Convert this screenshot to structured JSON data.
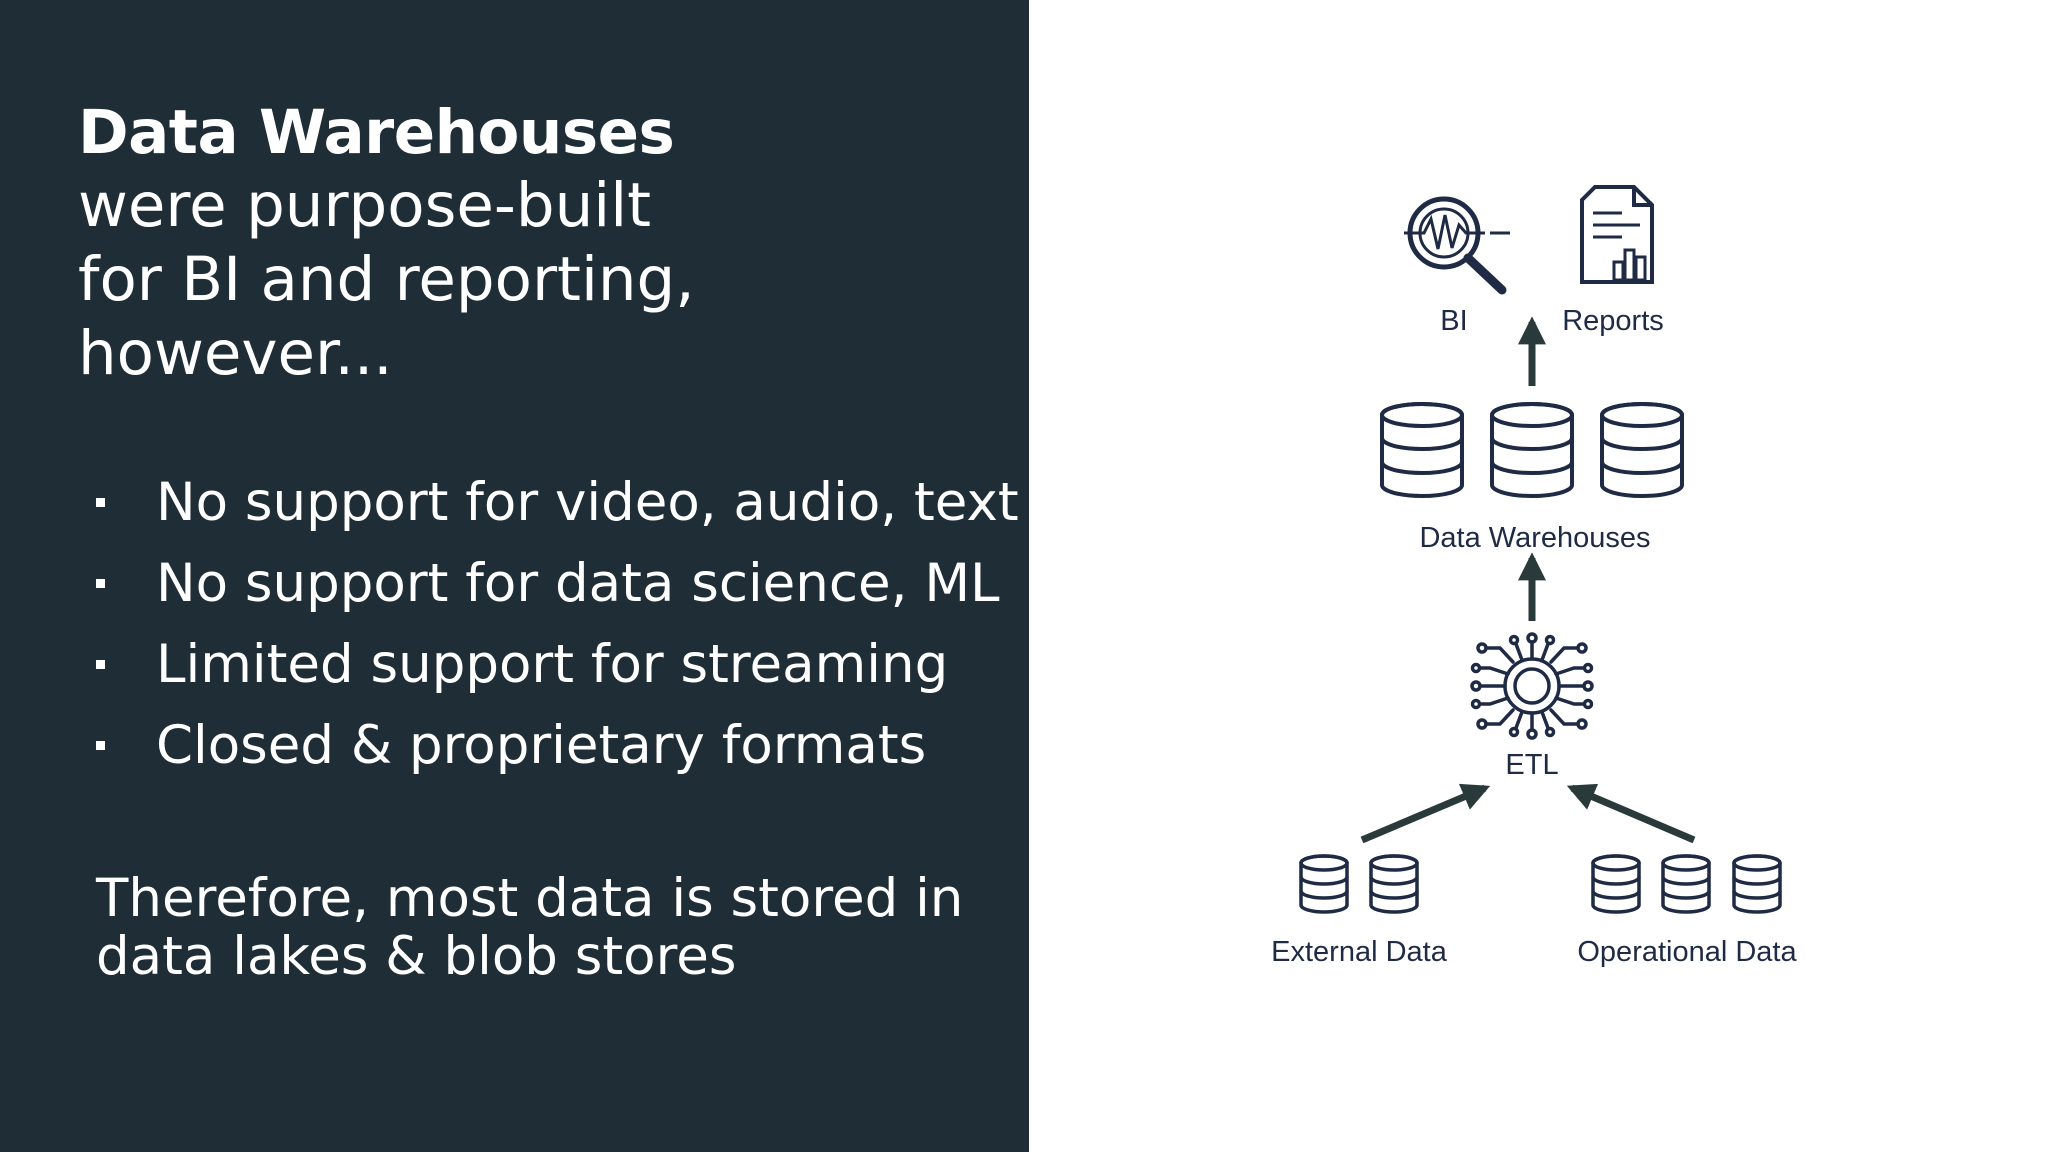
{
  "heading": {
    "title": "Data Warehouses",
    "lines": [
      "were purpose-built",
      "for BI and reporting,",
      "however..."
    ]
  },
  "bullets": [
    "No support for video, audio, text",
    "No support for data science, ML",
    "Limited support for streaming",
    "Closed & proprietary formats"
  ],
  "conclusion": {
    "lines": [
      "Therefore, most data is stored in",
      "data lakes & blob stores"
    ]
  },
  "diagram": {
    "labels": {
      "bi": "BI",
      "reports": "Reports",
      "warehouses": "Data Warehouses",
      "etl": "ETL",
      "external": "External Data",
      "operational": "Operational Data"
    },
    "colors": {
      "icon": "#1f2a44",
      "arrow": "#2a3a3a",
      "panel": "#1e2d36"
    }
  }
}
